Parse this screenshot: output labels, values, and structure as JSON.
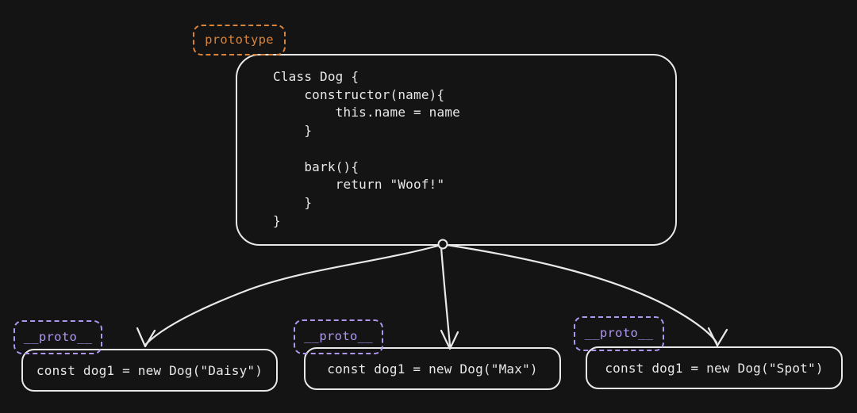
{
  "colors": {
    "background": "#141414",
    "stroke_light": "#e9e9e9",
    "accent_orange": "#d9843a",
    "accent_purple": "#ae97f0"
  },
  "labels": {
    "prototype": "prototype"
  },
  "class_box": {
    "code_lines": [
      "Class Dog {",
      "    constructor(name){",
      "        this.name = name",
      "    }",
      "",
      "    bark(){",
      "        return \"Woof!\"",
      "    }",
      "}"
    ]
  },
  "instances": [
    {
      "label": "__proto__",
      "code": "const dog1 = new Dog(\"Daisy\")"
    },
    {
      "label": "__proto__",
      "code": "const dog1 = new Dog(\"Max\")"
    },
    {
      "label": "__proto__",
      "code": "const dog1 = new Dog(\"Spot\")"
    }
  ]
}
